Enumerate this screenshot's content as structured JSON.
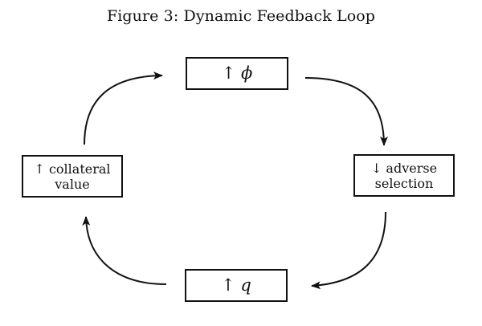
{
  "figure": {
    "title": "Figure 3: Dynamic Feedback Loop"
  },
  "nodes": {
    "top": {
      "arrow": "↑",
      "symbol": "ϕ"
    },
    "right": {
      "line1": "↓ adverse",
      "line2": "selection"
    },
    "bottom": {
      "arrow": "↑",
      "symbol": "q"
    },
    "left": {
      "line1": "↑ collateral",
      "line2": "value"
    }
  },
  "style": {
    "stroke_color": "#111111",
    "background": "#ffffff"
  }
}
